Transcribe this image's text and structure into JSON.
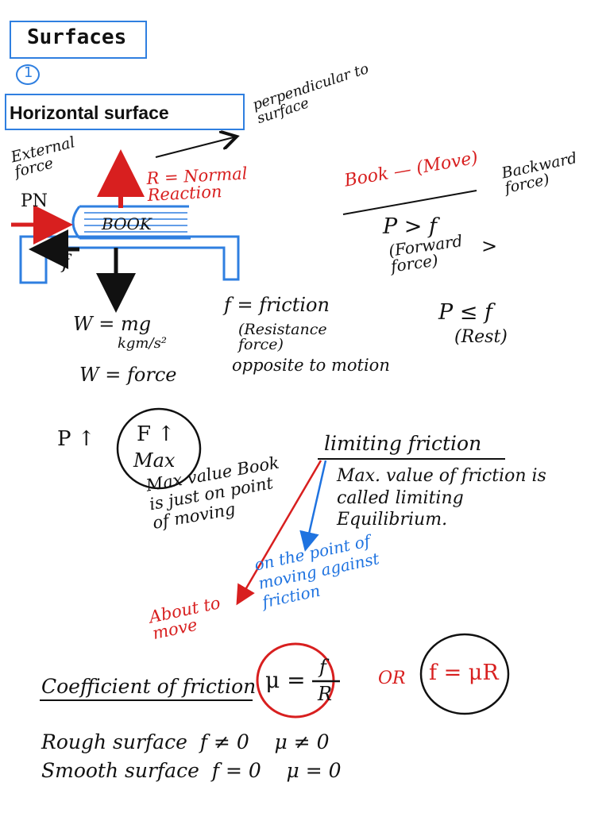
{
  "header": {
    "title": "Surfaces",
    "number": "1",
    "subtitle": "Horizontal surface"
  },
  "diagram": {
    "perpendicular_note": "perpendicular to surface",
    "external_force_label": "External force",
    "pn_label": "PN",
    "reaction_label": "R = Normal Reaction",
    "book_label": "BOOK",
    "friction_arrow_label": "f",
    "weight_label": "W = mg",
    "unit_label": "kgm/s²",
    "weight_force_label": "W = force",
    "friction_def": "f = friction",
    "resistance_note": "(Resistance force)",
    "opposite_note": "opposite to motion"
  },
  "book_moves": {
    "heading": "Book — (Move)",
    "condition": "P > f",
    "forward": "(Forward force)",
    "greater": ">",
    "backward": "Backward force)",
    "rest_condition": "P ≤ f",
    "rest_note": "(Rest)"
  },
  "limiting": {
    "p_up": "P ↑",
    "f_max_top": "F ↑",
    "f_max_bottom": "Max",
    "max_value_note": "Max value Book is just on point of moving",
    "heading": "limiting friction",
    "definition": "Max. value of friction is called limiting Equilibrium.",
    "point_note": "on the point of moving against friction",
    "about_to_move": "About to move"
  },
  "coefficient": {
    "label": "Coefficient of friction",
    "mu": "μ =",
    "frac_top": "f",
    "frac_bottom": "R",
    "or_word": "OR",
    "formula": "f = μR"
  },
  "surfaces": {
    "rough": "Rough surface  f ≠ 0    μ ≠ 0",
    "smooth": "Smooth surface  f = 0    μ = 0"
  },
  "colors": {
    "blue": "#2f7fe0",
    "red": "#d81f1f",
    "ink": "#111111"
  }
}
